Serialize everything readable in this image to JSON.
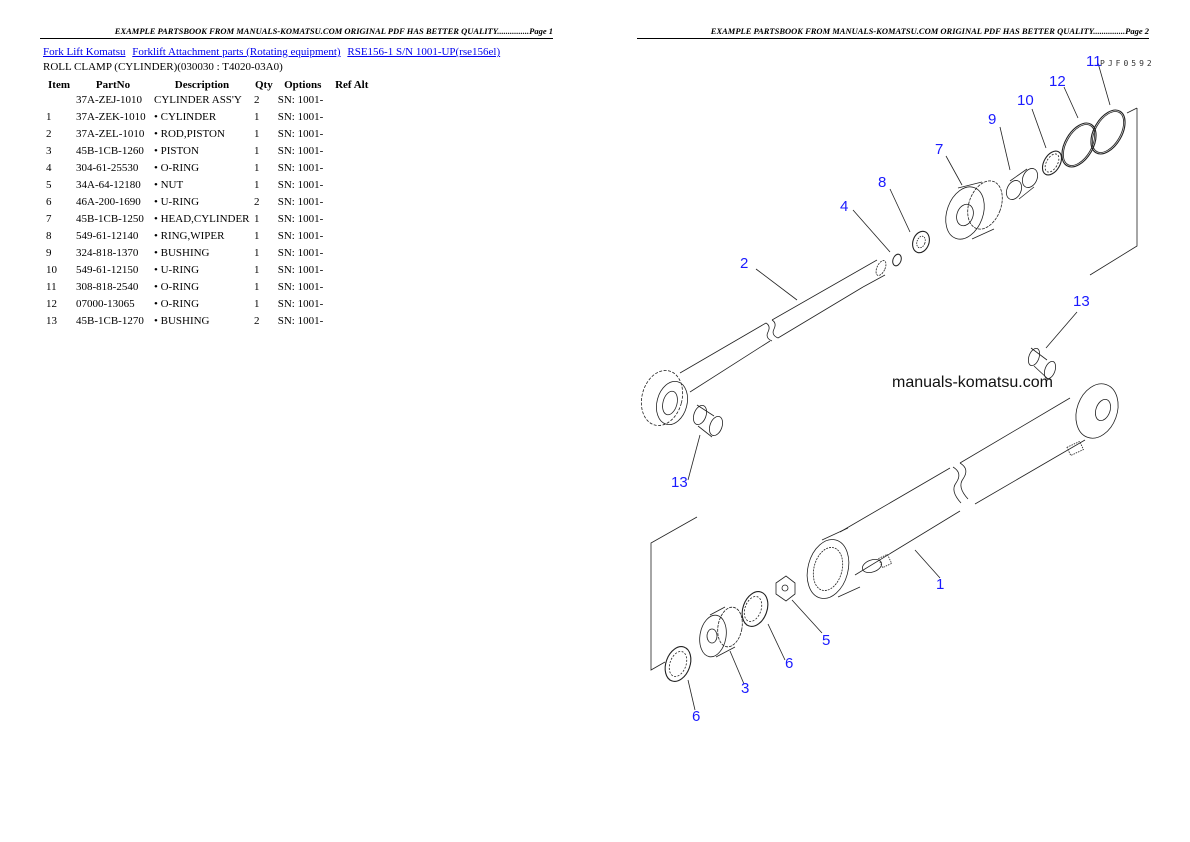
{
  "page1": {
    "header": "EXAMPLE PARTSBOOK FROM MANUALS-KOMATSU.COM ORIGINAL PDF HAS BETTER QUALITY...............Page 1",
    "breadcrumb": [
      {
        "label": "Fork Lift Komatsu"
      },
      {
        "label": "Forklift Attachment parts (Rotating equipment)"
      },
      {
        "label": "RSE156-1 S/N 1001-UP(rse156el)"
      }
    ],
    "subtitle": "ROLL CLAMP (CYLINDER)(030030 : T4020-03A0)",
    "table": {
      "columns": [
        "Item",
        "PartNo",
        "Description",
        "Qty",
        "Options",
        "Ref Alt"
      ],
      "rows": [
        {
          "item": "",
          "partno": "37A-ZEJ-1010",
          "description": "CYLINDER ASS'Y",
          "qty": "2",
          "options": "SN: 1001-",
          "refalt": ""
        },
        {
          "item": "1",
          "partno": "37A-ZEK-1010",
          "description": "• CYLINDER",
          "qty": "1",
          "options": "SN: 1001-",
          "refalt": ""
        },
        {
          "item": "2",
          "partno": "37A-ZEL-1010",
          "description": "• ROD,PISTON",
          "qty": "1",
          "options": "SN: 1001-",
          "refalt": ""
        },
        {
          "item": "3",
          "partno": "45B-1CB-1260",
          "description": "• PISTON",
          "qty": "1",
          "options": "SN: 1001-",
          "refalt": ""
        },
        {
          "item": "4",
          "partno": "304-61-25530",
          "description": "• O-RING",
          "qty": "1",
          "options": "SN: 1001-",
          "refalt": ""
        },
        {
          "item": "5",
          "partno": "34A-64-12180",
          "description": "• NUT",
          "qty": "1",
          "options": "SN: 1001-",
          "refalt": ""
        },
        {
          "item": "6",
          "partno": "46A-200-1690",
          "description": "• U-RING",
          "qty": "2",
          "options": "SN: 1001-",
          "refalt": ""
        },
        {
          "item": "7",
          "partno": "45B-1CB-1250",
          "description": "• HEAD,CYLINDER",
          "qty": "1",
          "options": "SN: 1001-",
          "refalt": ""
        },
        {
          "item": "8",
          "partno": "549-61-12140",
          "description": "• RING,WIPER",
          "qty": "1",
          "options": "SN: 1001-",
          "refalt": ""
        },
        {
          "item": "9",
          "partno": "324-818-1370",
          "description": "• BUSHING",
          "qty": "1",
          "options": "SN: 1001-",
          "refalt": ""
        },
        {
          "item": "10",
          "partno": "549-61-12150",
          "description": "• U-RING",
          "qty": "1",
          "options": "SN: 1001-",
          "refalt": ""
        },
        {
          "item": "11",
          "partno": "308-818-2540",
          "description": "• O-RING",
          "qty": "1",
          "options": "SN: 1001-",
          "refalt": ""
        },
        {
          "item": "12",
          "partno": "07000-13065",
          "description": "• O-RING",
          "qty": "1",
          "options": "SN: 1001-",
          "refalt": ""
        },
        {
          "item": "13",
          "partno": "45B-1CB-1270",
          "description": "• BUSHING",
          "qty": "2",
          "options": "SN: 1001-",
          "refalt": ""
        }
      ]
    }
  },
  "page2": {
    "header": "EXAMPLE PARTSBOOK FROM MANUALS-KOMATSU.COM ORIGINAL PDF HAS BETTER QUALITY...............Page 2",
    "diagram": {
      "drawing_code": "PJF0592",
      "watermark": "manuals-komatsu.com",
      "callouts": [
        "11",
        "12",
        "10",
        "9",
        "7",
        "8",
        "4",
        "2",
        "13",
        "13",
        "1",
        "5",
        "6",
        "3",
        "6"
      ],
      "callout_color": "#1a1aff"
    }
  }
}
